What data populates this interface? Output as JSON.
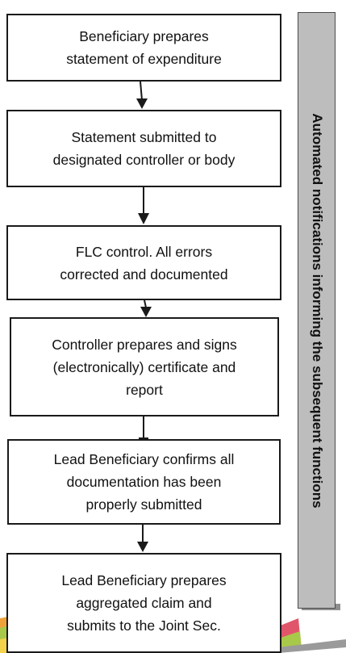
{
  "flow": {
    "steps": [
      "Beneficiary prepares\nstatement of expenditure",
      "Statement submitted to\ndesignated controller or body",
      "FLC control. All errors\ncorrected and documented",
      "Controller prepares and signs\n(electronically) certificate and\nreport",
      "Lead Beneficiary confirms all\ndocumentation has been\nproperly submitted",
      "Lead Beneficiary prepares\naggregated claim and\nsubmits to the Joint Sec."
    ]
  },
  "side_panel": {
    "label": "Automated notifications informing the subsequent functions"
  },
  "colors": {
    "box_border": "#1a1a1a",
    "panel_fill": "#bdbdbd",
    "ribbon_orange": "#f0a23a",
    "ribbon_green": "#a8c84a",
    "ribbon_red": "#e0556a",
    "ribbon_yellow": "#f4d24a"
  }
}
